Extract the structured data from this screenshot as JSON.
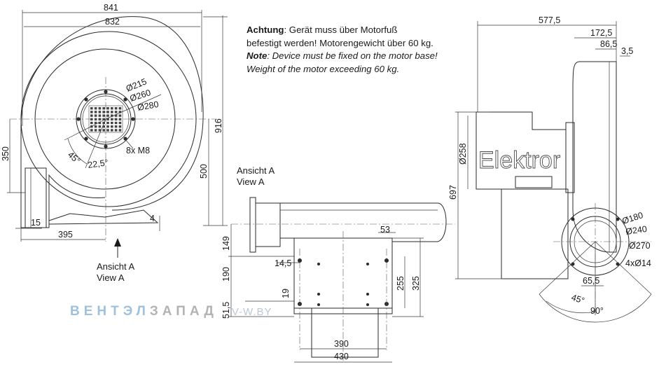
{
  "note": {
    "de_bold": "Achtung",
    "de_line1_rest": ": Gerät muss über Motorfuß",
    "de_line2": "befestigt werden! Motorengewicht über 60 kg.",
    "en_bold": "Note",
    "en_line1_rest": ": Device must be fixed on the motor base!",
    "en_line2": "Weight of the motor exceeding 60 kg."
  },
  "labels": {
    "view_de": "Ansicht A",
    "view_en": "View A",
    "brand_on_motor": "Elektror",
    "watermark_a": "ВЕНТЭЛ",
    "watermark_b": "ЗАПАД",
    "watermark_c": "V-W.BY",
    "bolts": "8x M8",
    "holes": "4xØ14"
  },
  "dims": {
    "front": {
      "w841": "841",
      "w832": "832",
      "h916": "916",
      "h500": "500",
      "h350": "350",
      "w395": "395",
      "w15": "15",
      "w4": "4",
      "d215": "Ø215",
      "d260": "Ø260",
      "d280": "Ø280",
      "a45": "45°",
      "a22": "22,5°"
    },
    "bottom": {
      "h149": "149",
      "h190": "190",
      "h19": "19",
      "h515": "51,5",
      "w145": "14,5",
      "w53": "53",
      "h255": "255",
      "h325": "325",
      "w390": "390",
      "w430": "430"
    },
    "side": {
      "w5775": "577,5",
      "w1725": "172,5",
      "w865": "86,5",
      "w35": "3,5",
      "d258": "Ø258",
      "h697": "697",
      "d180": "Ø180",
      "d240": "Ø240",
      "d270": "Ø270",
      "w655": "65,5",
      "a45": "45°",
      "a90": "90°"
    }
  }
}
